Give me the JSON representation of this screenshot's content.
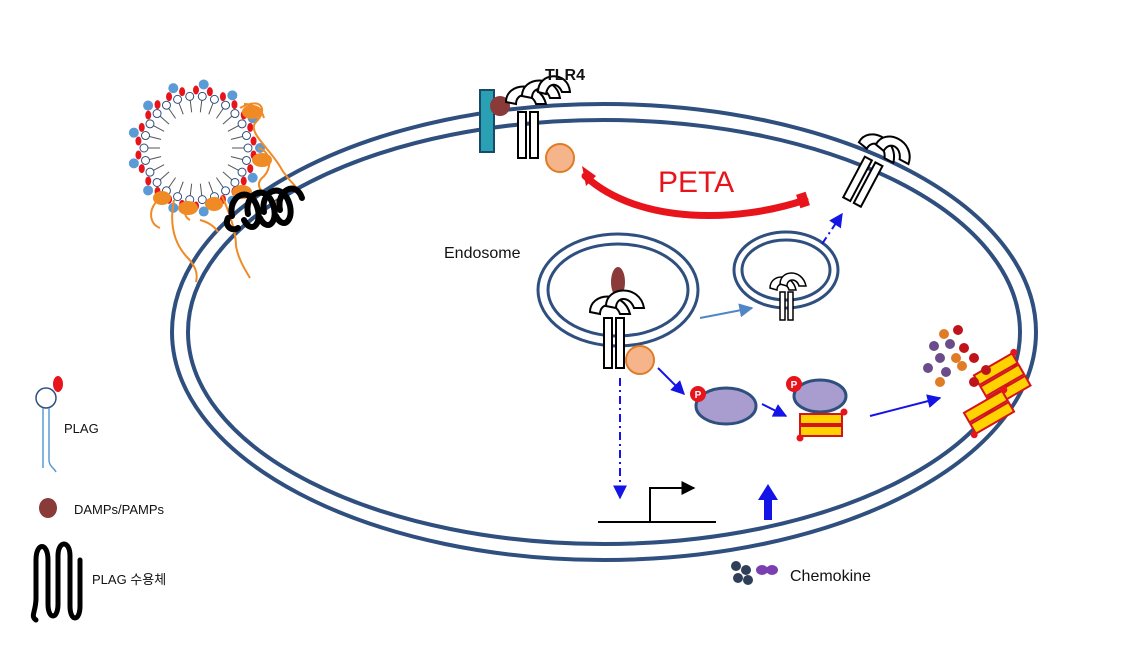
{
  "labels": {
    "tlr4": "TLR4",
    "peta": "PETA",
    "endosome": "Endosome",
    "chemokine": "Chemokine",
    "phospho": "P"
  },
  "legend": {
    "plag": "PLAG",
    "damps": "DAMPs/PAMPs",
    "receptor": "PLAG 수용체"
  },
  "colors": {
    "membrane": "#2f4f7f",
    "peta_arrow": "#e8141c",
    "signal_arrow": "#1414e6",
    "traffic_arrow": "#4f86c6",
    "damp": "#8b3a3a",
    "adaptor": "#f6b48a",
    "adaptor_edge": "#e07b26",
    "kinase": "#a99ccf",
    "ion_channel": "#ffd200",
    "channel_edge": "#d4141c",
    "plag_head": "#5b9bd5",
    "plag_tail": "#e8141c",
    "lipid_tail": "#f08a24",
    "md2": "#2aa0b4"
  }
}
